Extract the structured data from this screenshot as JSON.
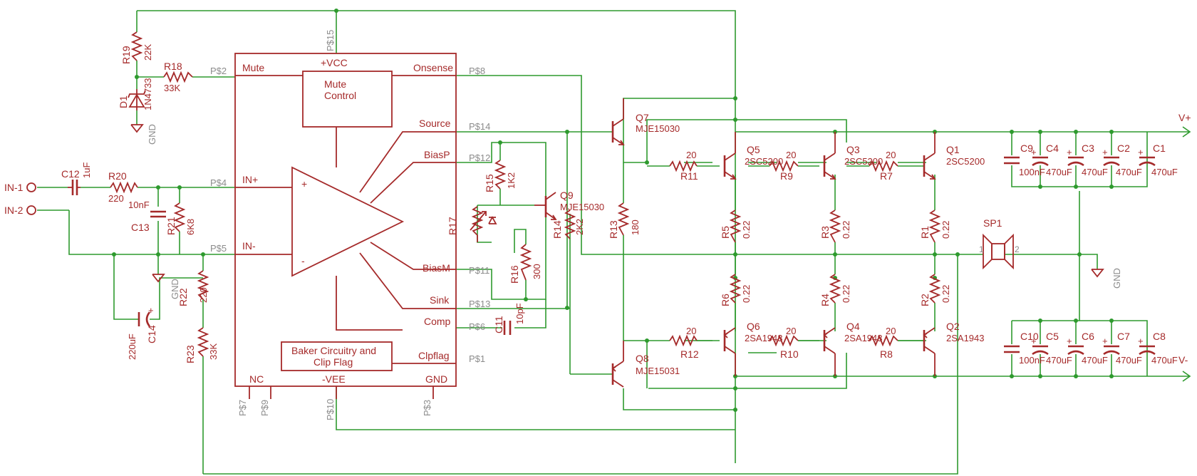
{
  "ic": {
    "pins": {
      "vcc": "+VCC",
      "mute": "Mute",
      "onsense": "Onsense",
      "source": "Source",
      "biasp": "BiasP",
      "inp": "IN+",
      "inm": "IN-",
      "biasm": "BiasM",
      "sink": "Sink",
      "comp": "Comp",
      "clipflag": "Clpflag",
      "nc": "NC",
      "vee": "-VEE",
      "gnd": "GND"
    },
    "block_mute": [
      "Mute",
      "Control"
    ],
    "block_baker": [
      "Baker  Circuitry and",
      "Clip Flag"
    ],
    "opamp_plus": "+",
    "opamp_minus": "-",
    "nets": {
      "p15": "P$15",
      "p2": "P$2",
      "p8": "P$8",
      "p14": "P$14",
      "p12": "P$12",
      "p4": "P$4",
      "p5": "P$5",
      "p11": "P$11",
      "p13": "P$13",
      "p6": "P$6",
      "p1": "P$1",
      "p7": "P$7",
      "p9": "P$9",
      "p10": "P$10",
      "p3": "P$3"
    }
  },
  "inputs": {
    "in1": "IN-1",
    "in2": "IN-2"
  },
  "components": {
    "R19": {
      "ref": "R19",
      "value": "22K"
    },
    "R18": {
      "ref": "R18",
      "value": "33K"
    },
    "D1": {
      "ref": "D1",
      "value": "1N4733"
    },
    "C12": {
      "ref": "C12",
      "value": "1uF"
    },
    "R20": {
      "ref": "R20",
      "value": "220"
    },
    "C13": {
      "ref": "C13",
      "value": "10nF"
    },
    "R21": {
      "ref": "R21",
      "value": "6K8"
    },
    "R22": {
      "ref": "R22",
      "value": "220"
    },
    "R23": {
      "ref": "R23",
      "value": "33K"
    },
    "C14": {
      "ref": "C14",
      "value": "220uF"
    },
    "R15": {
      "ref": "R15",
      "value": "1K2"
    },
    "R17": {
      "ref": "R17",
      "value": ""
    },
    "R16": {
      "ref": "R16",
      "value": "300"
    },
    "C11": {
      "ref": "C11",
      "value": "10pF"
    },
    "Q9": {
      "ref": "Q9",
      "value": "MJE15030"
    },
    "R14": {
      "ref": "R14",
      "value": "2K2"
    },
    "R13": {
      "ref": "R13",
      "value": "180"
    },
    "Q7": {
      "ref": "Q7",
      "value": "MJE15030"
    },
    "Q8": {
      "ref": "Q8",
      "value": "MJE15031"
    },
    "R11": {
      "ref": "R11",
      "value": "20"
    },
    "R12": {
      "ref": "R12",
      "value": "20"
    },
    "R9": {
      "ref": "R9",
      "value": "20"
    },
    "R10": {
      "ref": "R10",
      "value": "20"
    },
    "R7": {
      "ref": "R7",
      "value": "20"
    },
    "R8": {
      "ref": "R8",
      "value": "20"
    },
    "Q5": {
      "ref": "Q5",
      "value": "2SC5200"
    },
    "Q3": {
      "ref": "Q3",
      "value": "2SC5200"
    },
    "Q1": {
      "ref": "Q1",
      "value": "2SC5200"
    },
    "Q6": {
      "ref": "Q6",
      "value": "2SA1943"
    },
    "Q4": {
      "ref": "Q4",
      "value": "2SA1943"
    },
    "Q2": {
      "ref": "Q2",
      "value": "2SA1943"
    },
    "R5": {
      "ref": "R5",
      "value": "0.22"
    },
    "R3": {
      "ref": "R3",
      "value": "0.22"
    },
    "R1": {
      "ref": "R1",
      "value": "0.22"
    },
    "R6": {
      "ref": "R6",
      "value": "0.22"
    },
    "R4": {
      "ref": "R4",
      "value": "0.22"
    },
    "R2": {
      "ref": "R2",
      "value": "0.22"
    },
    "SP1": {
      "ref": "SP1",
      "value": ""
    },
    "C9": {
      "ref": "C9",
      "value": "100nF"
    },
    "C4": {
      "ref": "C4",
      "value": "470uF"
    },
    "C3": {
      "ref": "C3",
      "value": "470uF"
    },
    "C2": {
      "ref": "C2",
      "value": "470uF"
    },
    "C1": {
      "ref": "C1",
      "value": "470uF"
    },
    "C10": {
      "ref": "C10",
      "value": "100nF"
    },
    "C5": {
      "ref": "C5",
      "value": "470uF"
    },
    "C6": {
      "ref": "C6",
      "value": "470uF"
    },
    "C7": {
      "ref": "C7",
      "value": "470uF"
    },
    "C8": {
      "ref": "C8",
      "value": "470uF"
    }
  },
  "supplies": {
    "vplus": "V+",
    "vminus": "V-",
    "gnd": "GND"
  },
  "speaker_pins": {
    "p1": "1",
    "p2": "2"
  }
}
